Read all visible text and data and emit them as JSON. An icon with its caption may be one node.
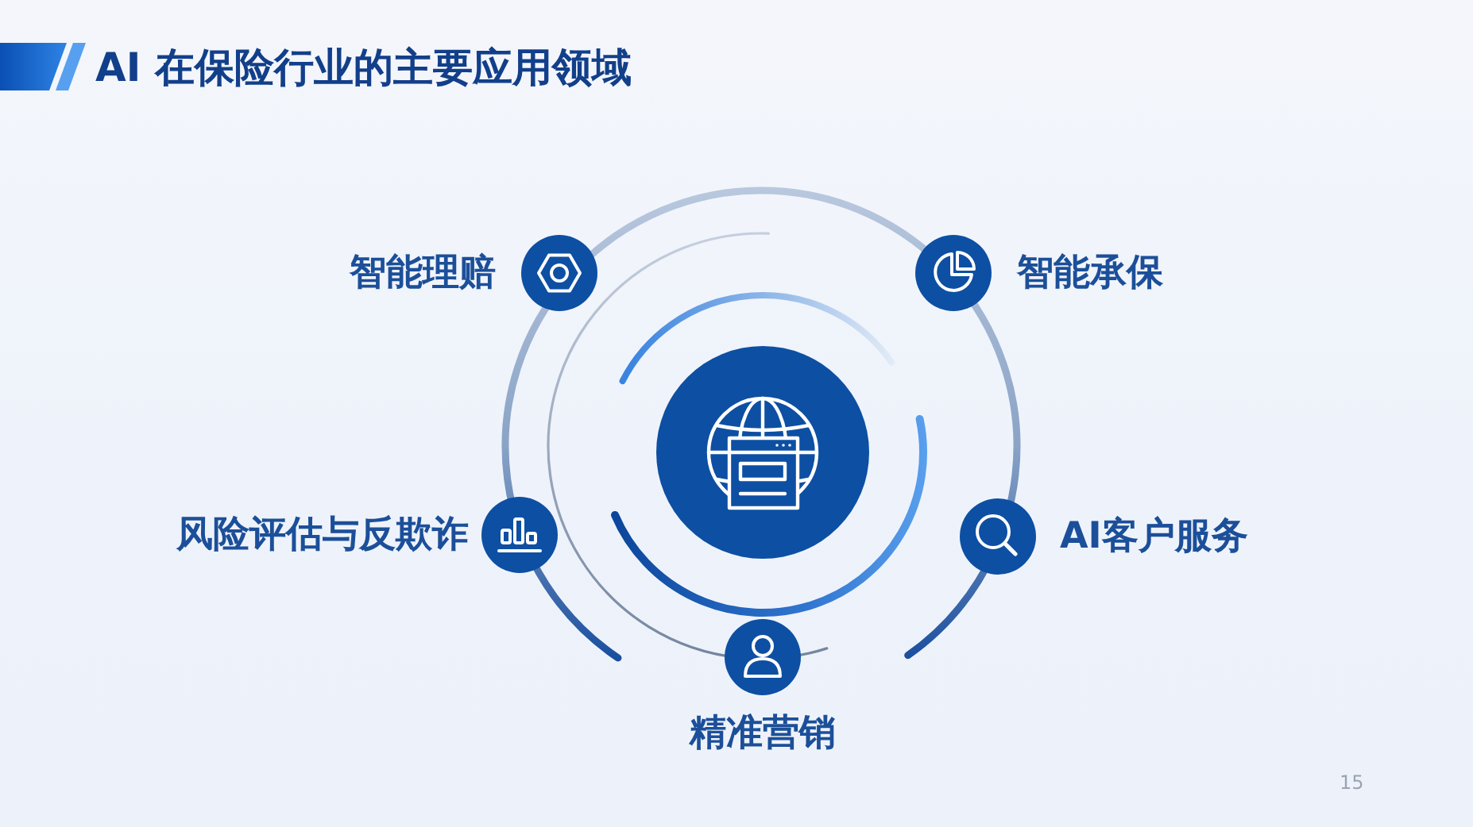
{
  "diagram": {
    "title": "AI 在保险行业的主要应用领域",
    "nodes": [
      {
        "text": [
          "智能理赔"
        ]
      },
      {
        "text": [
          "智能承保"
        ]
      },
      {
        "text": [],
        "shape": "circle"
      },
      {
        "text": [
          "风险评估与反欺诈"
        ]
      },
      {
        "text": [
          "AI客户服务"
        ]
      },
      {
        "text": [
          "精准营销"
        ]
      }
    ],
    "edges": [],
    "labels": [
      "15"
    ]
  }
}
